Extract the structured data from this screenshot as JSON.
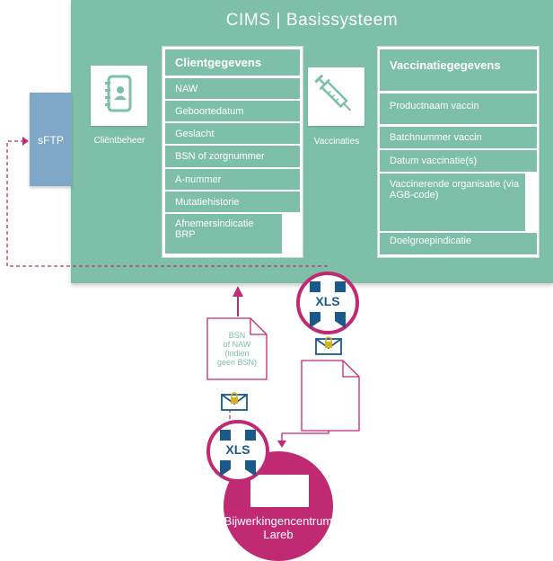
{
  "header": {
    "title": "CIMS | Basissysteem"
  },
  "sftp": {
    "label": "sFTP"
  },
  "client_module": {
    "label": "Cliëntbeheer",
    "icon": "contact-book-icon",
    "card_title": "Clientgegevens",
    "rows": [
      "NAW",
      "Geboortedatum",
      "Geslacht",
      "BSN of zorgnummer",
      "A-nummer",
      "Mutatiehistorie",
      "Afnemersindicatie BRP"
    ]
  },
  "vaccination_module": {
    "label": "Vaccinaties",
    "icon": "syringe-icon",
    "card_title": "Vaccinatiegegevens",
    "rows": [
      "Productnaam vaccin",
      "Batchnummer vaccin",
      "Datum vaccinatie(s)",
      "Vaccinerende organisatie (via AGB-code)",
      "Doelgroepindicatie"
    ]
  },
  "flow": {
    "xls_label": "XLS",
    "bsn_note": [
      "BSN",
      "of NAW",
      "(indien",
      "geen BSN)"
    ],
    "encrypted_icon": "encrypted-mail-icon",
    "document_icon": "document-icon"
  },
  "lareb": {
    "line1": "Bijwerkingencentrum",
    "line2": "Lareb"
  },
  "colors": {
    "panel": "#7dbfa8",
    "sftp": "#7fa7c8",
    "accent": "#bf2a73",
    "xls": "#1a5a8a"
  }
}
